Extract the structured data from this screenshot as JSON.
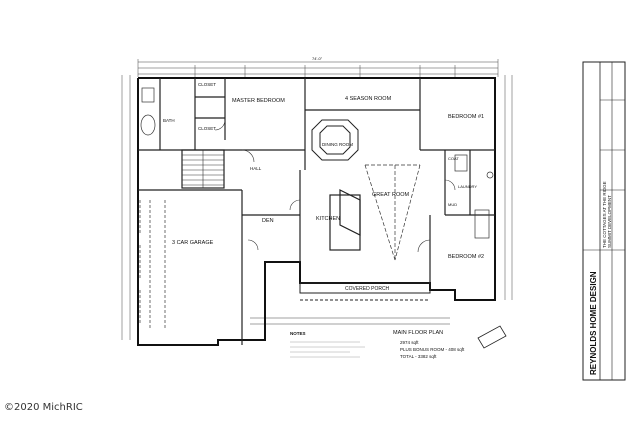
{
  "rooms": {
    "master_bedroom": "MASTER BEDROOM",
    "four_season_room": "4 SEASON ROOM",
    "closet_1": "CLOSET",
    "closet_2": "CLOSET",
    "bath": "BATH",
    "dining_room": "DINING ROOM",
    "great_room": "GREAT ROOM",
    "kitchen": "KITCHEN",
    "den": "DEN",
    "hall": "HALL",
    "garage": "3 CAR GARAGE",
    "covered_porch": "COVERED PORCH",
    "bedroom_1": "BEDROOM #1",
    "bedroom_2": "BEDROOM #2",
    "laundry": "LAUNDRY",
    "coat": "COAT",
    "mud": "MUD"
  },
  "plan_title": "MAIN FLOOR PLAN",
  "area_lines": [
    "2974 sqft",
    "PLUS BONUS ROOM - 408 sqft",
    "TOTAL - 3382 sqft"
  ],
  "notes_heading": "NOTES",
  "title_block": {
    "company": "REYNOLDS HOME DESIGN",
    "project": "THE COTTAGES AT THE RIDGE",
    "developer": "SUMMIT DEVELOPMENT"
  },
  "dimension_top": "74'-0\"",
  "watermark": "©2020 MichRIC"
}
